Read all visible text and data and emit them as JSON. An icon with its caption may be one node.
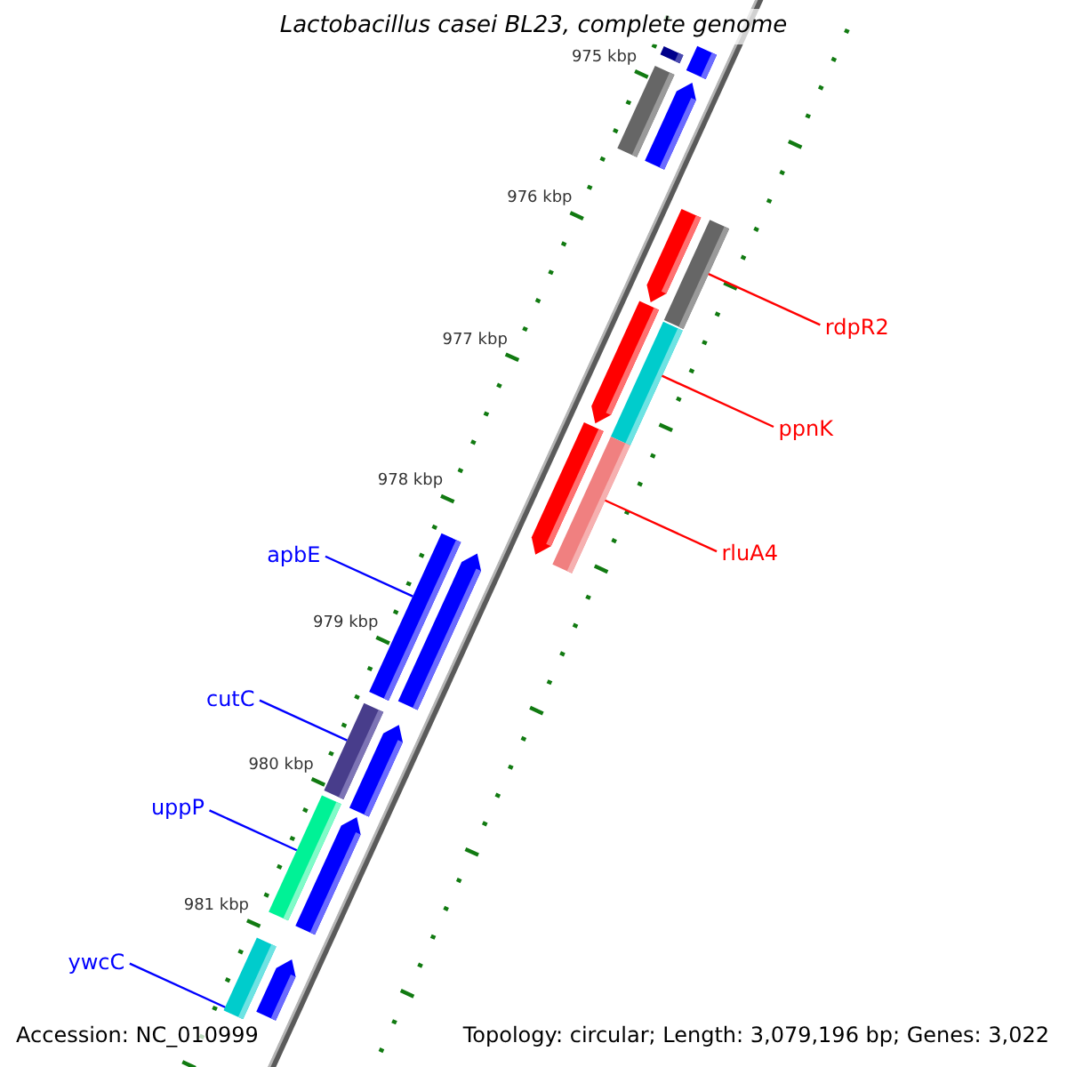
{
  "diagram": {
    "title": "Lactobacillus casei BL23, complete genome",
    "nodes": [
      {
        "text": [
          "rdpR2"
        ]
      },
      {
        "text": [],
        "shape": "bar"
      },
      {
        "text": [
          "ppnK"
        ]
      },
      {
        "text": [],
        "shape": "bar"
      },
      {
        "text": [
          "rluA4"
        ]
      },
      {
        "text": [],
        "shape": "bar"
      },
      {
        "text": [
          "apbE"
        ]
      },
      {
        "text": [],
        "shape": "bar"
      },
      {
        "text": [
          "cutC"
        ]
      },
      {
        "text": [],
        "shape": "bar"
      },
      {
        "text": [
          "uppP"
        ]
      },
      {
        "text": [],
        "shape": "bar"
      },
      {
        "text": [
          "ywcC"
        ]
      },
      {
        "text": [],
        "shape": "bar"
      },
      {
        "text": [],
        "shape": "bar"
      },
      {
        "text": [],
        "shape": "bar"
      },
      {
        "text": [],
        "shape": "bar"
      },
      {
        "text": [],
        "shape": "bar"
      },
      {
        "text": [],
        "shape": "bar"
      },
      {
        "text": [],
        "shape": "bar"
      },
      {
        "text": [],
        "shape": "bar"
      },
      {
        "text": [],
        "shape": "bar"
      },
      {
        "text": [],
        "shape": "bar"
      },
      {
        "text": [],
        "shape": "bar"
      },
      {
        "text": [],
        "shape": "bar"
      }
    ],
    "edges": [
      {
        "from": 0,
        "to": 1,
        "arrow": "none",
        "color": "#ff0000"
      },
      {
        "from": 2,
        "to": 3,
        "arrow": "none",
        "color": "#ff0000"
      },
      {
        "from": 4,
        "to": 5,
        "arrow": "none",
        "color": "#ff0000"
      },
      {
        "from": 6,
        "to": 7,
        "arrow": "none"
      },
      {
        "from": 8,
        "to": 9,
        "arrow": "none"
      },
      {
        "from": 10,
        "to": 11,
        "arrow": "none"
      },
      {
        "from": 12,
        "to": 13,
        "arrow": "none"
      }
    ],
    "labels": [
      "975 kbp",
      "976 kbp",
      "977 kbp",
      "978 kbp",
      "979 kbp",
      "980 kbp",
      "981 kbp",
      "Accession: NC_010999",
      "Topology: circular; Length: 3,079,196 bp; Genes: 3,022"
    ]
  }
}
